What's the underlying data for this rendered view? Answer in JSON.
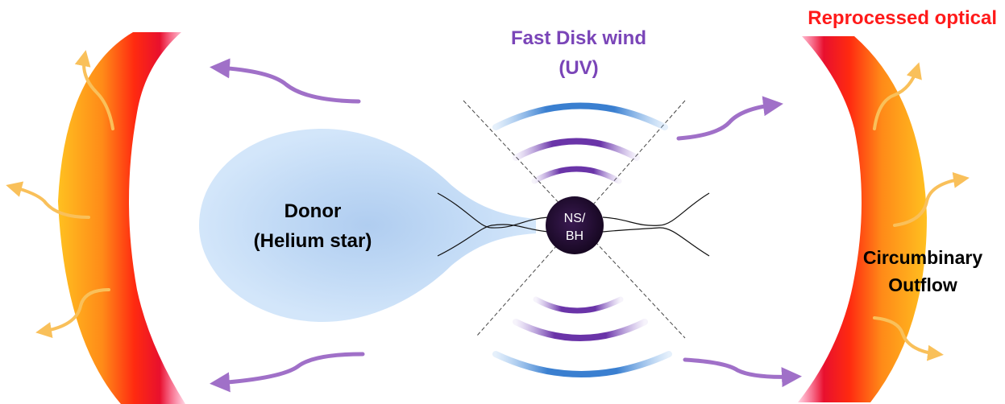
{
  "labels": {
    "donor_line1": "Donor",
    "donor_line2": "(Helium star)",
    "compact_line1": "NS/",
    "compact_line2": "BH",
    "wind_line1": "Fast Disk wind",
    "wind_line2": "(UV)",
    "reprocessed": "Reprocessed optical",
    "outflow_line1": "Circumbinary",
    "outflow_line2": "Outflow"
  },
  "colors": {
    "wind_label": "#7a45b8",
    "reprocessed_label": "#ff1a1a",
    "wind_arrow": "#a070c8",
    "optical_arrow": "#f9c05a",
    "shell_red": "#ff1c10",
    "shell_orange": "#ffa020",
    "donor_fill": "#c4dcf5",
    "compact_object": "#2a0f3a",
    "wave_blue": "#3a7fd0",
    "wave_purple": "#6a34a8"
  }
}
